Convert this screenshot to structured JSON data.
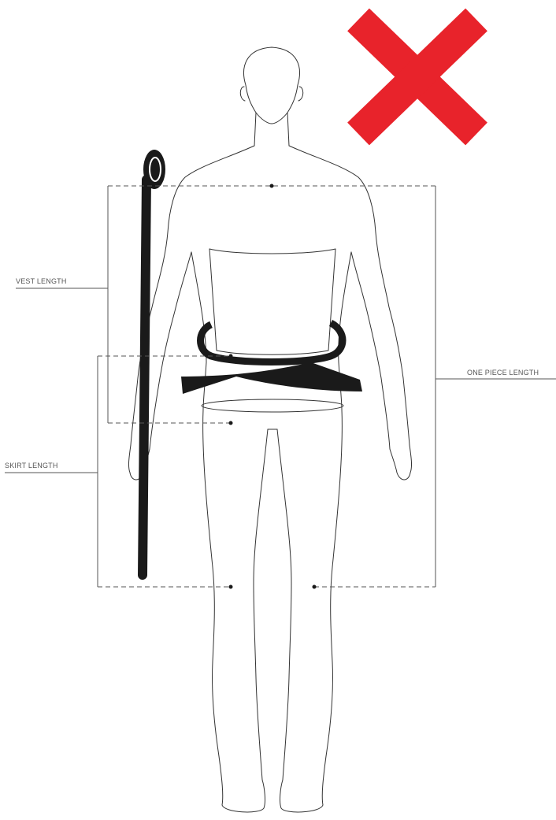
{
  "labels": {
    "vest_length": "VEST LENGTH",
    "skirt_length": "SKIRT LENGTH",
    "one_piece_length": "ONE PIECE LENGTH"
  },
  "icons": {
    "cross": "cross-icon",
    "tape": "measuring-tape-icon"
  },
  "colors": {
    "cross": "#e8232b",
    "outline": "#333333",
    "guide": "#555555",
    "tape": "#1a1a1a"
  }
}
